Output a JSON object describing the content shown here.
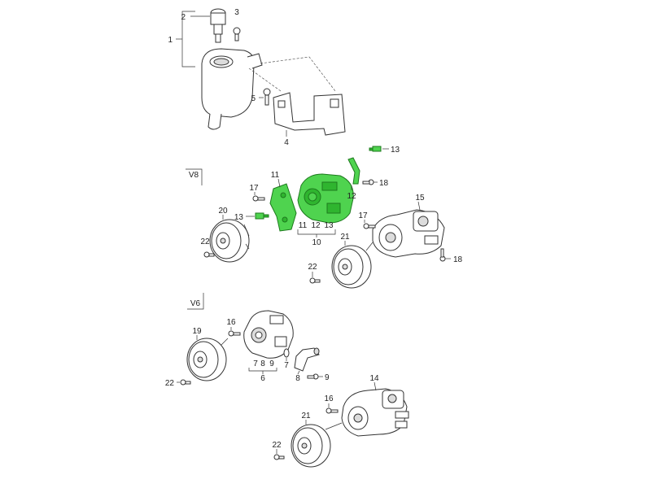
{
  "labels": {
    "p1": "1",
    "p2": "2",
    "p3": "3",
    "p4": "4",
    "p5": "5",
    "p6": "6",
    "p7a": "7",
    "p7b": "7",
    "p8a": "8",
    "p8b": "8",
    "p9a": "9",
    "p9b": "9",
    "p10": "10",
    "p11a": "11",
    "p11b": "11",
    "p12a": "12",
    "p12b": "12",
    "p13a": "13",
    "p13b": "13",
    "p13c": "13",
    "p14": "14",
    "p15": "15",
    "p16a": "16",
    "p16b": "16",
    "p17a": "17",
    "p17b": "17",
    "p18a": "18",
    "p18b": "18",
    "p19": "19",
    "p20": "20",
    "p21a": "21",
    "p21b": "21",
    "p22a": "22",
    "p22b": "22",
    "p22c": "22",
    "p22d": "22"
  },
  "variants": {
    "v8": "V8",
    "v6": "V6"
  },
  "colors": {
    "highlight": "#4fd34f",
    "outline": "#333333"
  }
}
